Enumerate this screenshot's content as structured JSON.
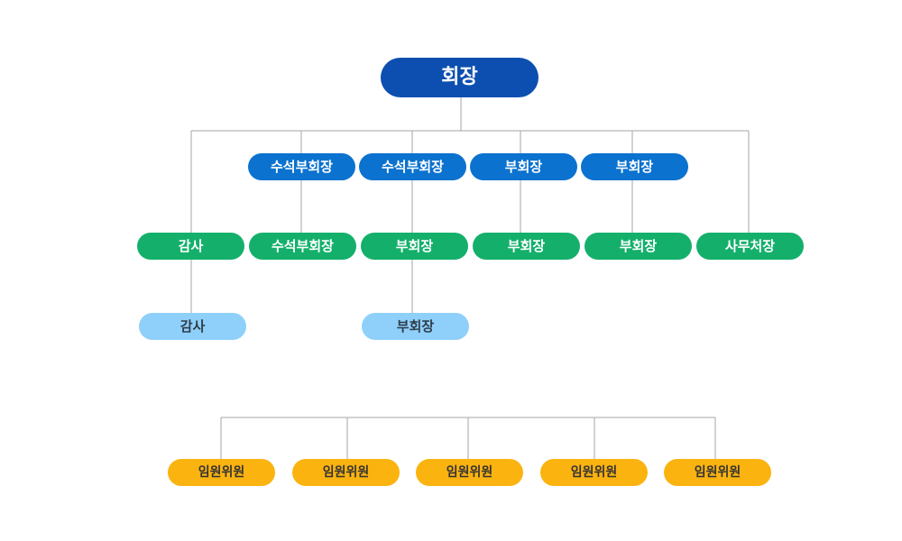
{
  "top": {
    "label": "회장"
  },
  "row1": [
    {
      "label": "수석부회장"
    },
    {
      "label": "수석부회장"
    },
    {
      "label": "부회장"
    },
    {
      "label": "부회장"
    }
  ],
  "row2": [
    {
      "label": "감사"
    },
    {
      "label": "수석부회장"
    },
    {
      "label": "부회장"
    },
    {
      "label": "부회장"
    },
    {
      "label": "부회장"
    },
    {
      "label": "사무처장"
    }
  ],
  "row3": [
    {
      "label": "감사"
    },
    {
      "label": "부회장"
    }
  ],
  "committee": [
    {
      "label": "임원위원"
    },
    {
      "label": "임원위원"
    },
    {
      "label": "임원위원"
    },
    {
      "label": "임원위원"
    },
    {
      "label": "임원위원"
    }
  ],
  "colors": {
    "top": "#0d4fb0",
    "row1": "#0b72cf",
    "row2": "#14b06b",
    "row3": "#8fd0fb",
    "committee": "#fbb310",
    "line": "#a6a6a6"
  }
}
